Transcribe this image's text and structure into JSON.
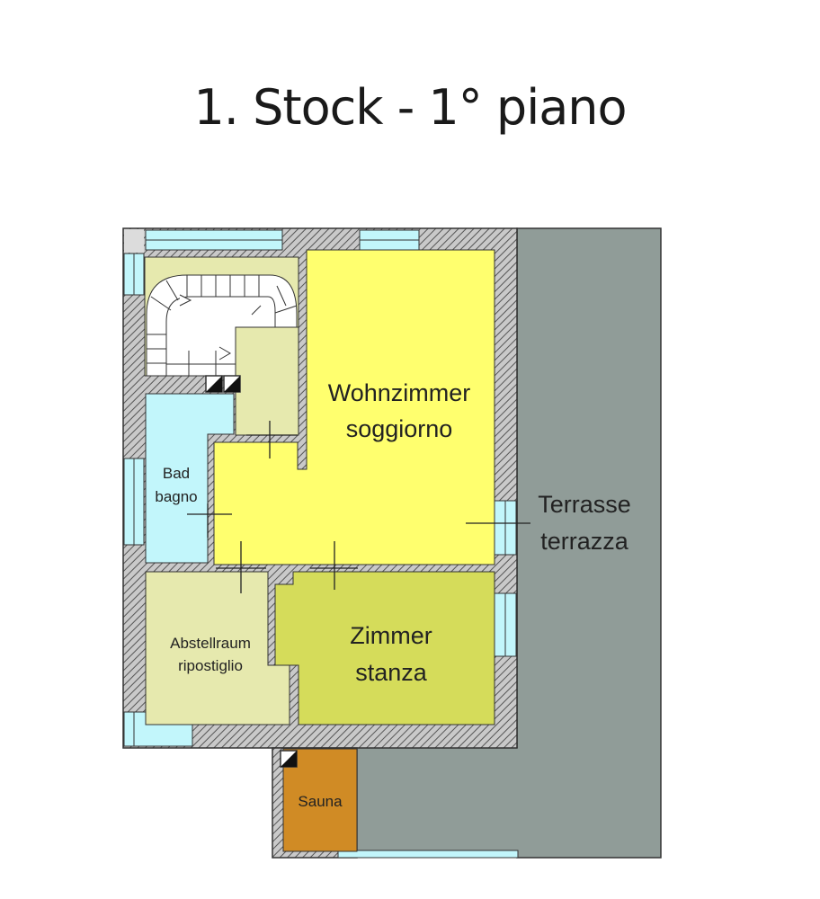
{
  "title": "1. Stock - 1° piano",
  "rooms": {
    "wohnzimmer": {
      "line1": "Wohnzimmer",
      "line2": "soggiorno",
      "color": "#ffff6e"
    },
    "terrasse": {
      "line1": "Terrasse",
      "line2": "terrazza",
      "color": "#909c98"
    },
    "bad": {
      "line1": "Bad",
      "line2": "bagno",
      "color": "#c2f6fb"
    },
    "abstellraum": {
      "line1": "Abstellraum",
      "line2": "ripostiglio",
      "color": "#e6e9ae"
    },
    "zimmer": {
      "line1": "Zimmer",
      "line2": "stanza",
      "color": "#d5dc5a"
    },
    "sauna": {
      "line1": "Sauna",
      "color": "#d08b25"
    },
    "stairs": {
      "color": "#e6e9ae"
    }
  },
  "colors": {
    "wall_fill": "#9a9a9a",
    "window": "#c2f6fb",
    "text": "#222222"
  }
}
